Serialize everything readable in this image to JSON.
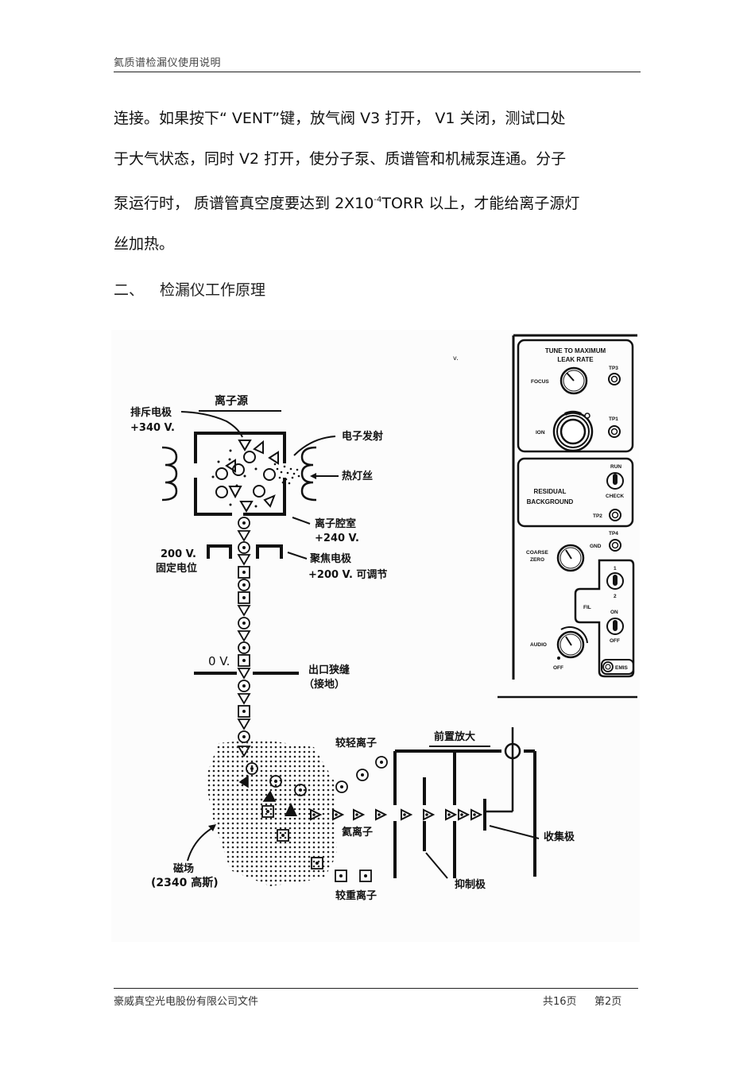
{
  "header": {
    "title": "氦质谱检漏仪使用说明"
  },
  "body": {
    "lines": [
      "连接。如果按下“ VENT”键，放气阀  V3 打开，  V1 关闭，测试口处",
      "于大气状态，同时   V2 打开，使分子泵、质谱管和机械泵连通。分子"
    ],
    "line3_prefix": "泵运行时，  质谱管真空度要达到   2X10",
    "line3_sup": "-4",
    "line3_suffix": "TORR 以上，才能给离子源灯",
    "line4": "丝加热。"
  },
  "section": {
    "number": "二、",
    "title": "检漏仪工作原理"
  },
  "figure": {
    "ion_source": {
      "title": "离子源",
      "repeller_label": "排斥电极",
      "repeller_voltage": "+340 V.",
      "electron_emission": "电子发射",
      "filament": "热灯丝",
      "chamber_label": "离子腔室",
      "chamber_voltage": "+240 V."
    },
    "focus": {
      "fixed_voltage": "200 V.",
      "fixed_label": "固定电位",
      "electrode_label": "聚焦电极",
      "electrode_voltage": "+200 V. 可调节"
    },
    "exit_slit": {
      "voltage": "0 V.",
      "label": "出口狭缝",
      "ground": "（接地）"
    },
    "magnet": {
      "label": "磁场",
      "strength": "(2340 高斯)"
    },
    "ions": {
      "lighter": "较轻离子",
      "helium": "氦离子",
      "heavier": "较重离子"
    },
    "detector": {
      "preamp": "前置放大",
      "suppressor": "抑制极",
      "collector": "收集极"
    },
    "stray_mark": "v.",
    "panel": {
      "tune_line1": "TUNE TO MAXIMUM",
      "tune_line2": "LEAK RATE",
      "focus": "FOCUS",
      "tp3": "TP3",
      "ion": "ION",
      "tp1": "TP1",
      "run": "RUN",
      "residual_line1": "RESIDUAL",
      "residual_line2": "BACKGROUND",
      "check": "CHECK",
      "tp2": "TP2",
      "tp4": "TP4",
      "gnd": "GND",
      "coarse_line1": "COARSE",
      "coarse_line2": "ZERO",
      "fil": "FIL",
      "fil_1": "1",
      "fil_2": "2",
      "on": "ON",
      "off": "OFF",
      "audio": "AUDIO",
      "audio_off": "OFF",
      "emis": "EMIS"
    }
  },
  "footer": {
    "company": "豪威真空光电股份有限公司文件",
    "total_pages": "共16页",
    "current_page": "第2页"
  }
}
